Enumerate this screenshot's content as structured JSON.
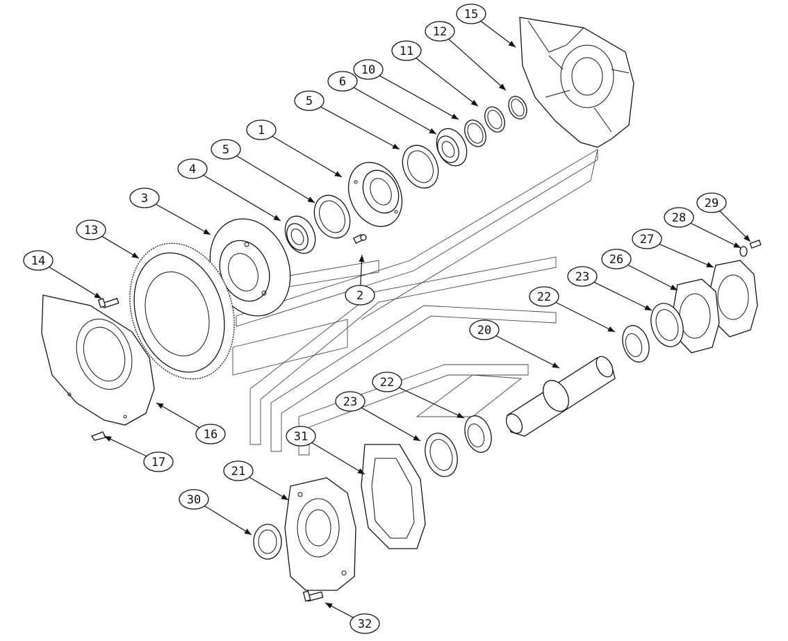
{
  "diagram": {
    "callouts": [
      {
        "id": "c15",
        "label": "15"
      },
      {
        "id": "c12",
        "label": "12"
      },
      {
        "id": "c11",
        "label": "11"
      },
      {
        "id": "c10",
        "label": "10"
      },
      {
        "id": "c6",
        "label": "6"
      },
      {
        "id": "c5a",
        "label": "5"
      },
      {
        "id": "c1",
        "label": "1"
      },
      {
        "id": "c5b",
        "label": "5"
      },
      {
        "id": "c4",
        "label": "4"
      },
      {
        "id": "c3",
        "label": "3"
      },
      {
        "id": "c13",
        "label": "13"
      },
      {
        "id": "c14",
        "label": "14"
      },
      {
        "id": "c2",
        "label": "2"
      },
      {
        "id": "c29",
        "label": "29"
      },
      {
        "id": "c28",
        "label": "28"
      },
      {
        "id": "c27",
        "label": "27"
      },
      {
        "id": "c26",
        "label": "26"
      },
      {
        "id": "c23a",
        "label": "23"
      },
      {
        "id": "c22a",
        "label": "22"
      },
      {
        "id": "c20",
        "label": "20"
      },
      {
        "id": "c22b",
        "label": "22"
      },
      {
        "id": "c23b",
        "label": "23"
      },
      {
        "id": "c31",
        "label": "31"
      },
      {
        "id": "c16",
        "label": "16"
      },
      {
        "id": "c17",
        "label": "17"
      },
      {
        "id": "c21",
        "label": "21"
      },
      {
        "id": "c30",
        "label": "30"
      },
      {
        "id": "c32",
        "label": "32"
      }
    ]
  }
}
